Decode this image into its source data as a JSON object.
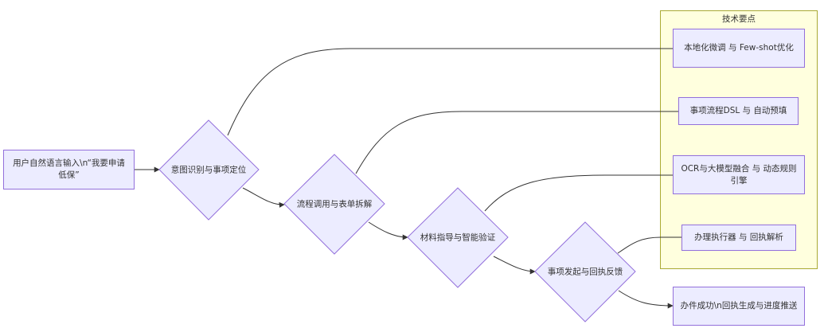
{
  "nodes": {
    "start": "用户自然语言输入\\n“我要申请低保”",
    "intent": "意图识别与事项定位",
    "flow": "流程调用与表单拆解",
    "material": "材料指导与智能验证",
    "submit": "事项发起与回执反馈",
    "success": "办件成功\\n回执生成与进度推送"
  },
  "cluster": {
    "title": "技术要点",
    "items": {
      "local": "本地化微调 与 Few-shot优化",
      "dsl": "事项流程DSL 与 自动预填",
      "ocr": "OCR与大模型融合 与 动态规则引擎",
      "exec": "办理执行器 与 回执解析"
    }
  },
  "colors": {
    "node_fill": "#ECECFF",
    "node_border": "#9370DB",
    "cluster_fill": "#FFFFDE",
    "cluster_border": "#AAAA33",
    "edge": "#333333"
  }
}
